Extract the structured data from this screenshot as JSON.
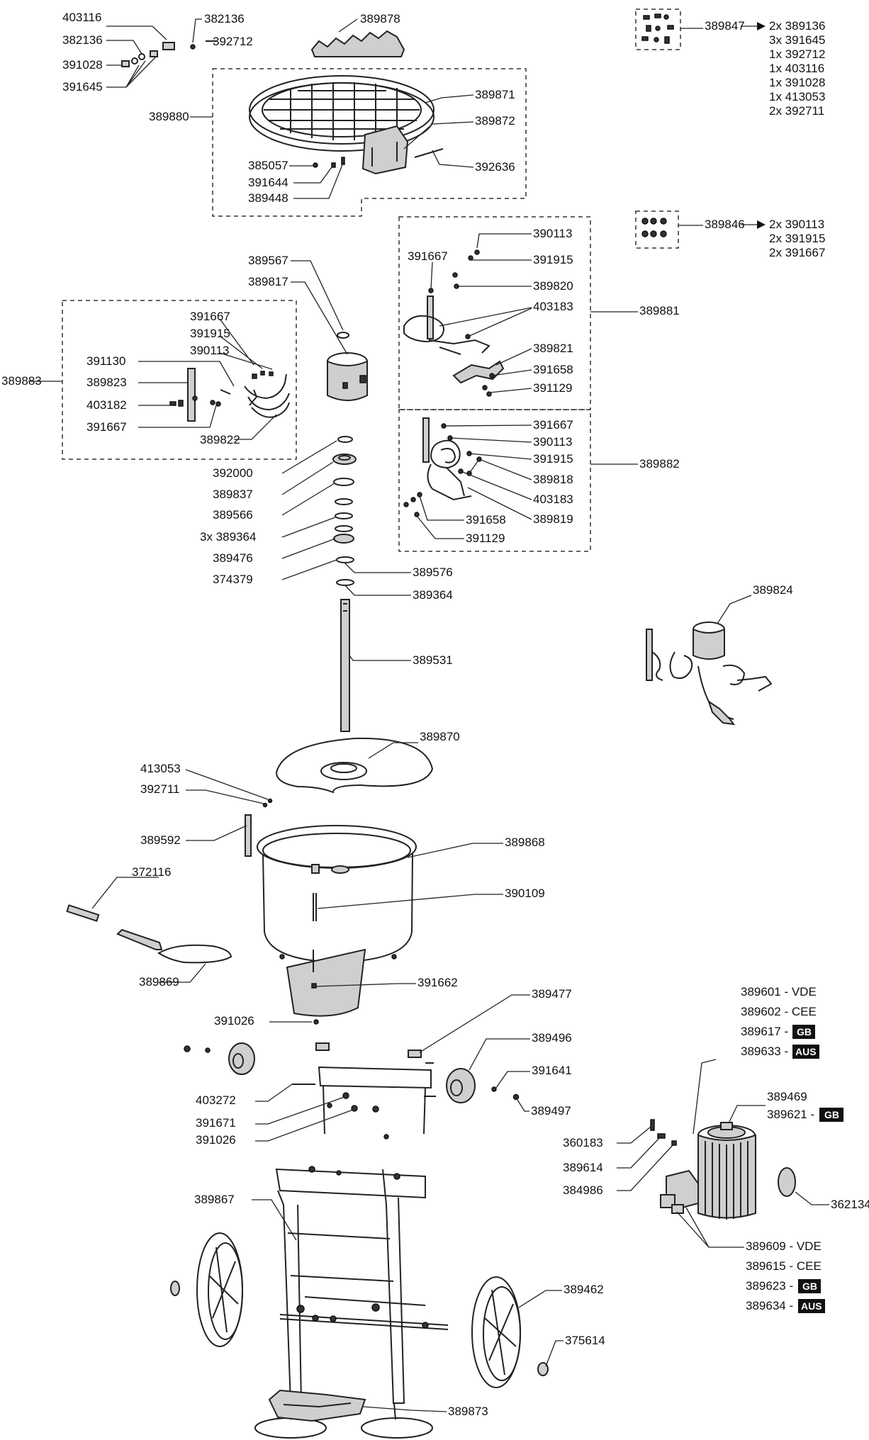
{
  "labels": {
    "l403116": "403116",
    "l382136a": "382136",
    "l382136b": "382136",
    "l392712": "392712",
    "l391028": "391028",
    "l391645": "391645",
    "l389878": "389878",
    "l389880": "389880",
    "l389871": "389871",
    "l389872": "389872",
    "l385057": "385057",
    "l391644": "391644",
    "l389448": "389448",
    "l392636": "392636",
    "l389567": "389567",
    "l389817": "389817",
    "l389883": "389883",
    "l391667a": "391667",
    "l391915a": "391915",
    "l390113a": "390113",
    "l391130": "391130",
    "l389823": "389823",
    "l403182": "403182",
    "l391667b": "391667",
    "l389822": "389822",
    "l391667c": "391667",
    "l390113b": "390113",
    "l391915b": "391915",
    "l389820": "389820",
    "l403183a": "403183",
    "l389881": "389881",
    "l389821": "389821",
    "l391658a": "391658",
    "l391129a": "391129",
    "l391667d": "391667",
    "l390113c": "390113",
    "l391915c": "391915",
    "l389818": "389818",
    "l389882": "389882",
    "l403183b": "403183",
    "l389819": "389819",
    "l391658b": "391658",
    "l391129b": "391129",
    "l392000": "392000",
    "l389837": "389837",
    "l389566": "389566",
    "l389364x3": "3x 389364",
    "l389476": "389476",
    "l374379": "374379",
    "l389576": "389576",
    "l389364": "389364",
    "l389531": "389531",
    "l389824": "389824",
    "l389870": "389870",
    "l413053": "413053",
    "l392711": "392711",
    "l389592": "389592",
    "l389868": "389868",
    "l372116": "372116",
    "l390109": "390109",
    "l389869": "389869",
    "l391662": "391662",
    "l391026a": "391026",
    "l389477": "389477",
    "l389496": "389496",
    "l391641": "391641",
    "l389497": "389497",
    "l403272": "403272",
    "l391671": "391671",
    "l391026b": "391026",
    "l389867": "389867",
    "l389462": "389462",
    "l375614": "375614",
    "l389873": "389873",
    "l360183": "360183",
    "l389614": "389614",
    "l384986": "384986",
    "l362134": "362134",
    "l389469": "389469",
    "l389621": "389621 -"
  },
  "kits": {
    "k389847": {
      "id": "389847",
      "items": [
        "2x 389136",
        "3x 391645",
        "1x 392712",
        "1x 403116",
        "1x 391028",
        "1x 413053",
        "2x 392711"
      ]
    },
    "k389846": {
      "id": "389846",
      "items": [
        "2x 390113",
        "2x 391915",
        "2x 391667"
      ]
    }
  },
  "motor_variants": [
    {
      "code": "389601 - VDE",
      "badge": ""
    },
    {
      "code": "389602 - CEE",
      "badge": ""
    },
    {
      "code": "389617 -",
      "badge": "GB"
    },
    {
      "code": "389633 -",
      "badge": "AUS"
    }
  ],
  "switch_variants": [
    {
      "code": "389609 - VDE",
      "badge": ""
    },
    {
      "code": "389615 - CEE",
      "badge": ""
    },
    {
      "code": "389623 -",
      "badge": "GB"
    },
    {
      "code": "389634 -",
      "badge": "AUS"
    }
  ],
  "badges": {
    "gb_389621": "GB"
  },
  "arrow_glyph": "→"
}
